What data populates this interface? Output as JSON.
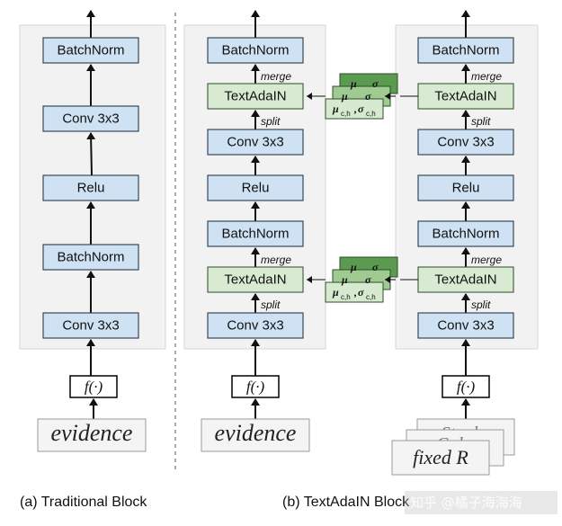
{
  "blocks": {
    "batchnorm": "BatchNorm",
    "conv": "Conv 3x3",
    "relu": "Relu",
    "textadain": "TextAdaIN"
  },
  "labels": {
    "merge": "merge",
    "split": "split",
    "f": "f(·)"
  },
  "stats": {
    "mu": "μ",
    "sigma": "σ",
    "sub": "c,h",
    "sep": ","
  },
  "images": {
    "word1": "evidence",
    "word2": "evidence",
    "stack_front": "fixed R",
    "stack_mid": "Gulo",
    "stack_back": "Stanley"
  },
  "captions": {
    "a": "(a) Traditional Block",
    "b": "(b) TextAdaIN Block"
  },
  "watermark": "知乎 @橘子海海海",
  "colors": {
    "blue_block": "#cfe2f3",
    "green_block": "#d9ead3",
    "panel": "#f2f2f2"
  }
}
